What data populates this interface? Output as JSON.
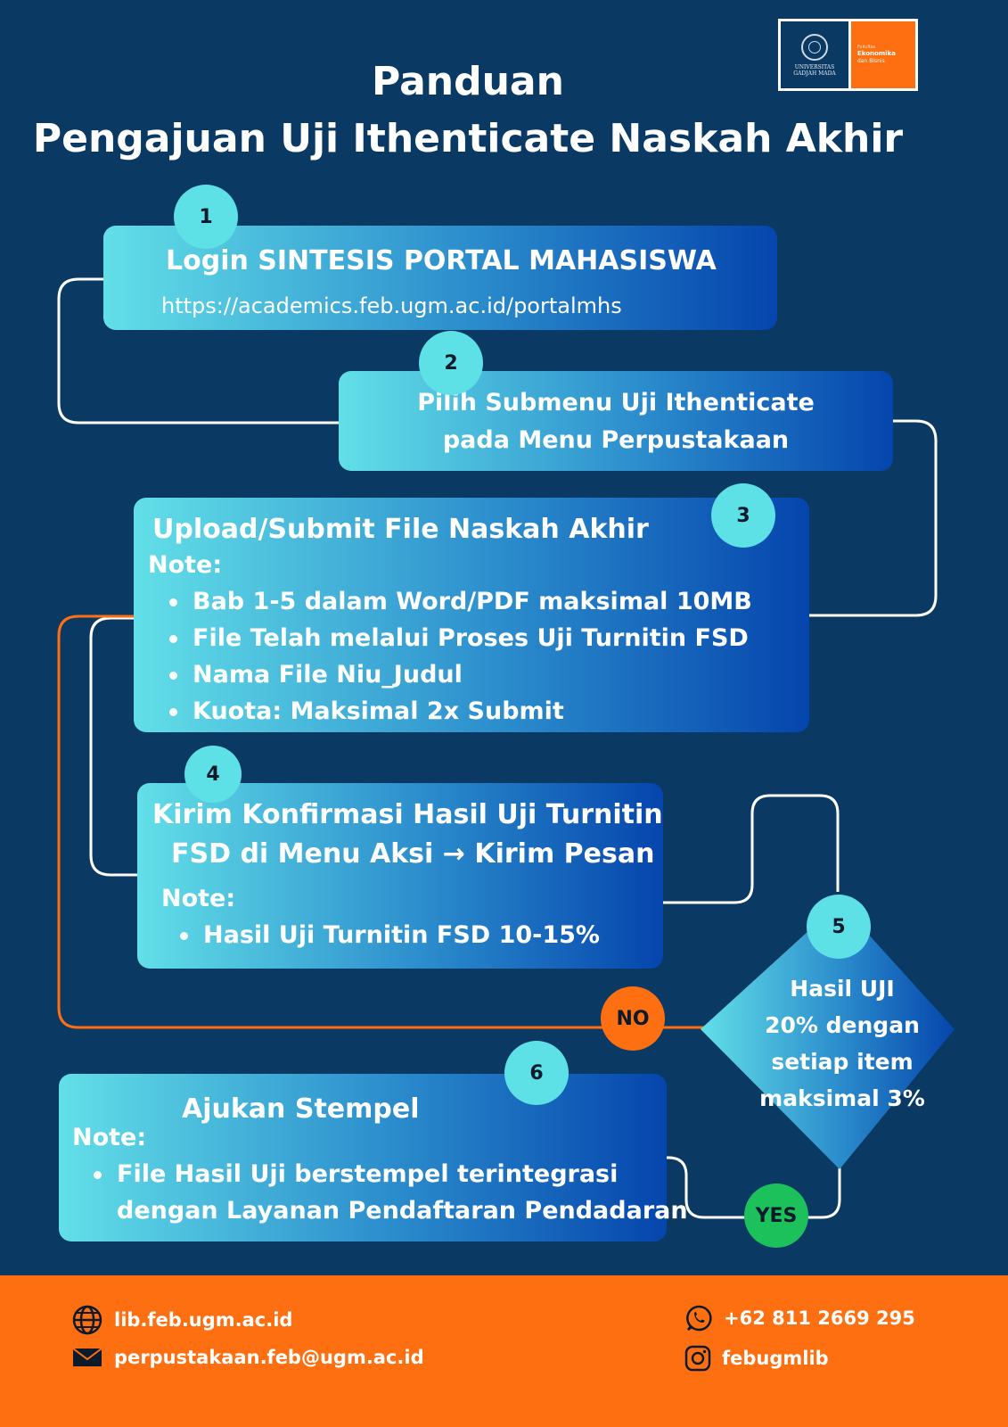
{
  "title": {
    "line1": "Panduan",
    "line2": "Pengajuan Uji Ithenticate Naskah Akhir"
  },
  "logo": {
    "university": [
      "UNIVERSITAS",
      "GADJAH MADA"
    ],
    "faculty_prefix": "Fakultas",
    "faculty_line1": "Ekonomika",
    "faculty_line2": "dan Bisnis"
  },
  "steps": [
    {
      "number": "1",
      "title": "Login   SINTESIS PORTAL MAHASISWA",
      "url": "https://academics.feb.ugm.ac.id/portalmhs"
    },
    {
      "number": "2",
      "lines": [
        "Pilih Submenu Uji Ithenticate",
        "pada Menu Perpustakaan"
      ]
    },
    {
      "number": "3",
      "title": "Upload/Submit File Naskah Akhir",
      "note_label": "Note:",
      "notes": [
        "Bab 1-5 dalam Word/PDF maksimal 10MB",
        "File Telah melalui Proses Uji Turnitin FSD",
        "Nama File Niu_Judul",
        "Kuota:  Maksimal 2x Submit"
      ]
    },
    {
      "number": "4",
      "lines": [
        "Kirim Konfirmasi Hasil Uji Turnitin",
        "FSD di Menu Aksi → Kirim Pesan"
      ],
      "note_label": "Note:",
      "notes": [
        "Hasil Uji Turnitin FSD 10-15%"
      ]
    },
    {
      "number": "5",
      "lines": [
        "Hasil UJI",
        "20% dengan",
        "setiap item",
        "maksimal 3%"
      ]
    },
    {
      "number": "6",
      "title": "Ajukan Stempel",
      "note_label": "Note:",
      "notes": [
        "File Hasil Uji berstempel terintegrasi",
        "dengan Layanan Pendaftaran Pendadaran"
      ]
    }
  ],
  "badges": {
    "no": "NO",
    "yes": "YES"
  },
  "footer": {
    "website": "lib.feb.ugm.ac.id",
    "email": "perpustakaan.feb@ugm.ac.id",
    "phone": "+62 811 2669 295",
    "instagram": "febugmlib",
    "icons": [
      "globe-icon",
      "mail-icon",
      "whatsapp-icon",
      "instagram-icon"
    ]
  },
  "colors": {
    "background": "#0a3a63",
    "box_gradient_start": "#62dfe8",
    "box_gradient_end": "#0545ad",
    "number_circle": "#5de0e6",
    "orange": "#fd6f10",
    "green": "#1dc15c",
    "connector": "#ffffff"
  }
}
